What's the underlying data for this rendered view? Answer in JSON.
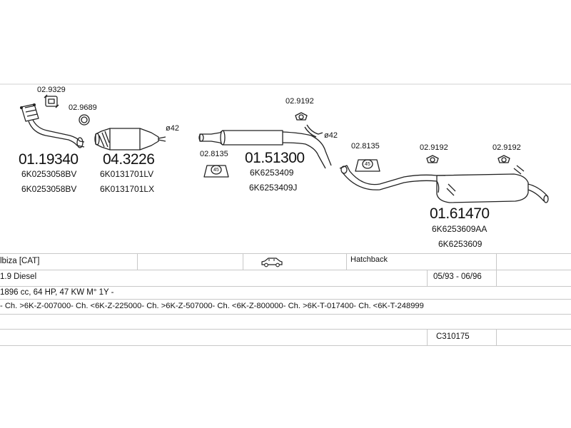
{
  "parts": {
    "clamp_a": "02.9329",
    "clamp_b": "02.9689",
    "front_pipe": {
      "code": "01.19340",
      "oem1": "6K0253058BV",
      "oem2": "6K0253058BV"
    },
    "catalyst": {
      "code": "04.3226",
      "oem1": "6K0131701LV",
      "oem2": "6K0131701LX"
    },
    "diam_1": "ø42",
    "mount_a": "02.8135",
    "mount_a_badge": "45",
    "middle": {
      "code": "01.51300",
      "oem1": "6K6253409",
      "oem2": "6K6253409J"
    },
    "clamp_c": "02.9192",
    "diam_2": "ø42",
    "mount_b": "02.8135",
    "mount_b_badge": "45",
    "clamp_d": "02.9192",
    "clamp_e": "02.9192",
    "rear": {
      "code": "01.61470",
      "oem1": "6K6253609AA",
      "oem2": "6K6253609"
    }
  },
  "table": {
    "model": "lbiza  [CAT]",
    "body_type": "Hatchback",
    "engine": "1.9 Diesel",
    "years": "05/93 - 06/96",
    "specs": "1896 cc, 64 HP, 47 KW M° 1Y -",
    "chassis": "- Ch. >6K-Z-007000- Ch. <6K-Z-225000- Ch. >6K-Z-507000- Ch. <6K-Z-800000- Ch. >6K-T-017400- Ch. <6K-T-248999",
    "ref": "C310175"
  }
}
